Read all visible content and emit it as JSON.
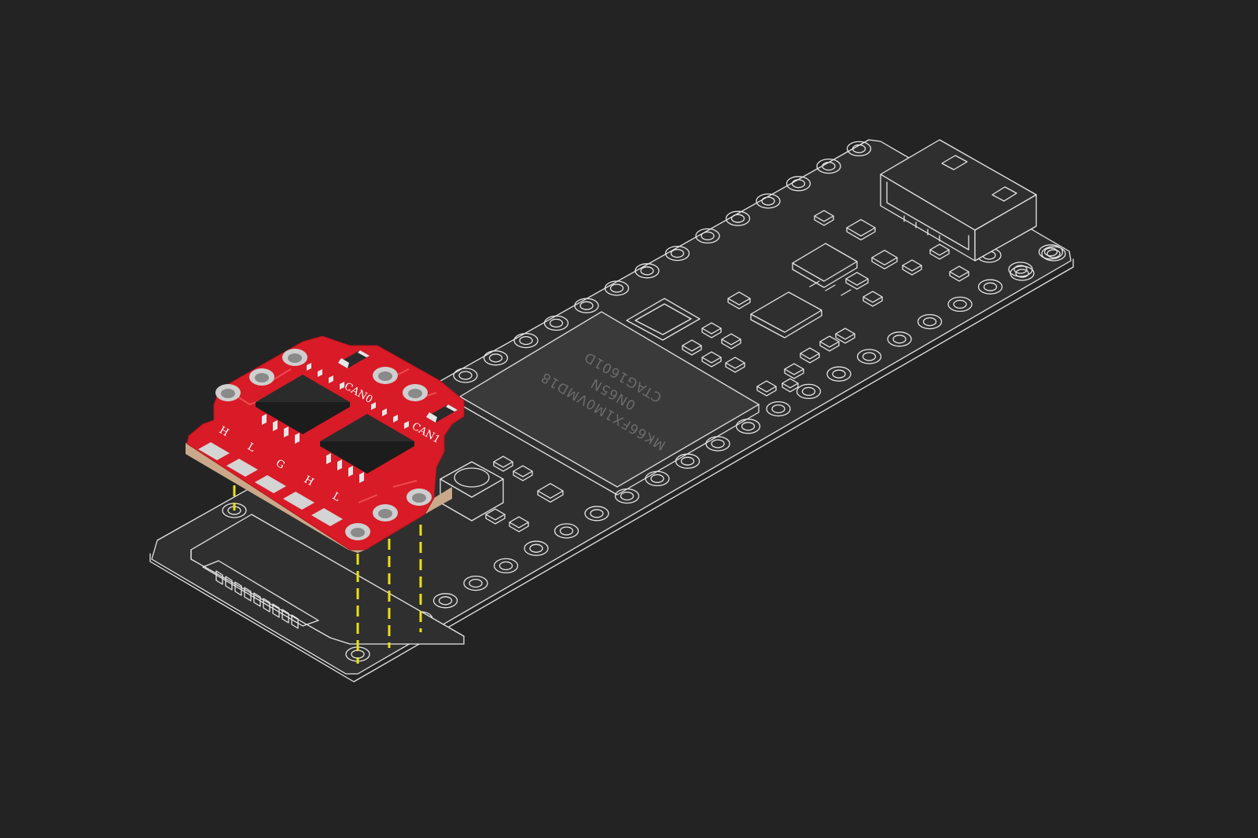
{
  "colors": {
    "background": "#232323",
    "outline": "#e6e6e6",
    "red_board": "#d81b27",
    "red_board_edge": "#c9a98a",
    "guide": "#e8e01a",
    "chip": "#383838"
  },
  "main_chip": {
    "line1": "MK66FX1M0VMD18",
    "line2": "0N65N",
    "line3": "CTAG1601D"
  },
  "can_board": {
    "label_can0": "CAN0",
    "label_can1": "CAN1",
    "pad_labels": [
      "H",
      "L",
      "G",
      "H",
      "L"
    ]
  }
}
